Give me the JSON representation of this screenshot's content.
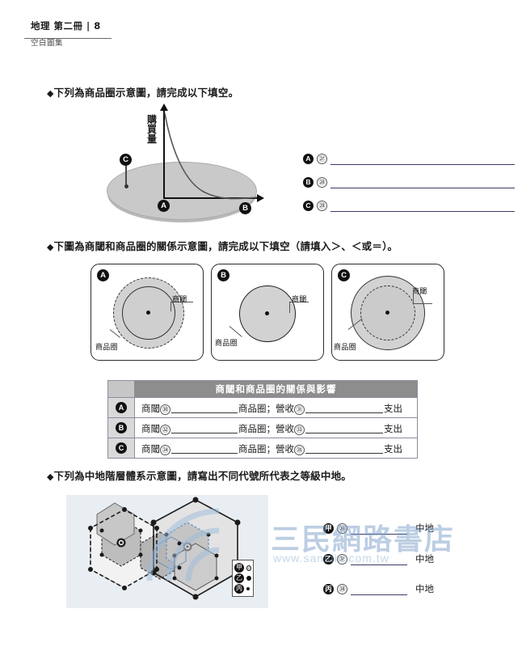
{
  "header": {
    "title": "地理 第二冊",
    "separator": "|",
    "page": "8",
    "subtitle": "空白圖集"
  },
  "sections": [
    {
      "id": "market-area",
      "prompt_bullet": "◆",
      "prompt": "下列為商品圈示意圖，請完成以下填空。",
      "figure": {
        "axis_label_v": "購買量",
        "markers": [
          "A",
          "B",
          "C"
        ]
      },
      "blanks": [
        {
          "marker": "A",
          "number": "㉗",
          "answer": ""
        },
        {
          "marker": "B",
          "number": "㉘",
          "answer": ""
        },
        {
          "marker": "C",
          "number": "㉙",
          "answer": ""
        }
      ]
    },
    {
      "id": "threshold-range",
      "prompt_bullet": "◆",
      "prompt": "下圖為商閾和商品圈的關係示意圖，請完成以下填空（請填入＞、＜或＝）。",
      "boxes": [
        {
          "marker": "A",
          "label_outer": "商品圈",
          "label_inner": "商閾"
        },
        {
          "marker": "B",
          "label_outer": "商品圈",
          "label_inner": "商閾"
        },
        {
          "marker": "C",
          "label_outer": "商品圈",
          "label_inner": "商閾"
        }
      ],
      "table": {
        "title": "商閾和商品圈的關係與影響",
        "rows": [
          {
            "marker": "A",
            "t1": "商閾",
            "n1": "㉚",
            "t2": "商品圈；營收",
            "n2": "㉛",
            "t3": "支出"
          },
          {
            "marker": "B",
            "t1": "商閾",
            "n1": "㉜",
            "t2": "商品圈；營收",
            "n2": "㉝",
            "t3": "支出"
          },
          {
            "marker": "C",
            "t1": "商閾",
            "n1": "㉞",
            "t2": "商品圈；營收",
            "n2": "㉟",
            "t3": "支出"
          }
        ]
      }
    },
    {
      "id": "central-place-hierarchy",
      "prompt_bullet": "◆",
      "prompt": "下列為中地階層體系示意圖，請寫出不同代號所代表之等級中地。",
      "legend": [
        {
          "symbol": "甲",
          "dot": "large-ringed-dot"
        },
        {
          "symbol": "乙",
          "dot": "medium-dot"
        },
        {
          "symbol": "丙",
          "dot": "small-dot"
        }
      ],
      "blanks": [
        {
          "marker": "甲",
          "number": "㊱",
          "answer": "",
          "suffix": "中地"
        },
        {
          "marker": "乙",
          "number": "㊲",
          "answer": "",
          "suffix": "中地"
        },
        {
          "marker": "丙",
          "number": "㊳",
          "answer": "",
          "suffix": "中地"
        }
      ]
    }
  ],
  "watermark": {
    "text": "三民網路書店",
    "url": "www.sanmin.com.tw"
  }
}
